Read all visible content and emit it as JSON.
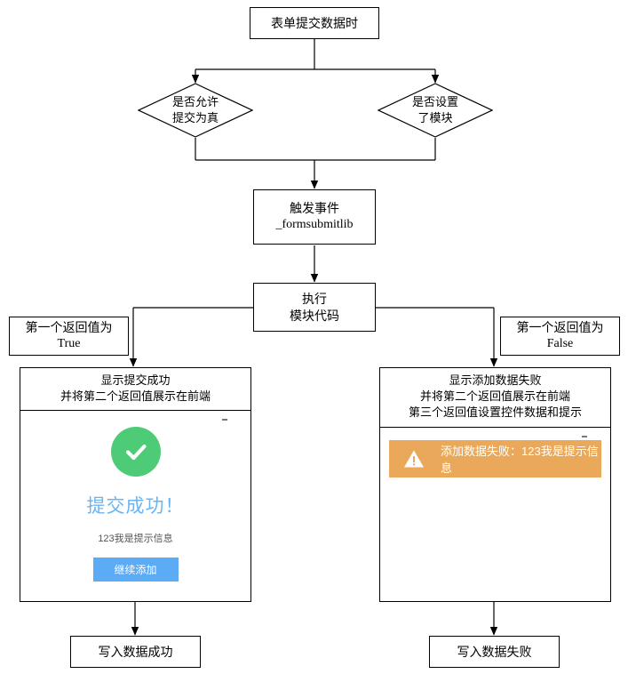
{
  "diagram": {
    "title_node": "表单提交数据时",
    "decision_left": [
      "是否允许",
      "提交为真"
    ],
    "decision_right": [
      "是否设置",
      "了模块"
    ],
    "trigger_node": [
      "触发事件",
      "_formsubmitlib"
    ],
    "execute_node": [
      "执行",
      "模块代码"
    ],
    "branch_true": {
      "line1": "第一个返回值为",
      "line2": "True"
    },
    "branch_false": {
      "line1": "第一个返回值为",
      "line2": "False"
    },
    "success_panel_head": [
      "显示提交成功",
      "并将第二个返回值展示在前端"
    ],
    "error_panel_head": [
      "显示添加数据失败",
      "并将第二个返回值展示在前端",
      "第三个返回值设置控件数据和提示"
    ],
    "end_success": "写入数据成功",
    "end_failure": "写入数据失败"
  },
  "success_mock": {
    "check_icon": "check-circle-icon",
    "title": "提交成功！",
    "message": "123我是提示信息",
    "button_label": "继续添加"
  },
  "error_mock": {
    "warn_icon": "warning-triangle-icon",
    "alert_text": "添加数据失败：123我是提示信息"
  },
  "colors": {
    "success_green": "#4ecb77",
    "title_blue": "#6cb4f0",
    "button_blue": "#5cabf5",
    "alert_orange": "#eaa košice"
  }
}
